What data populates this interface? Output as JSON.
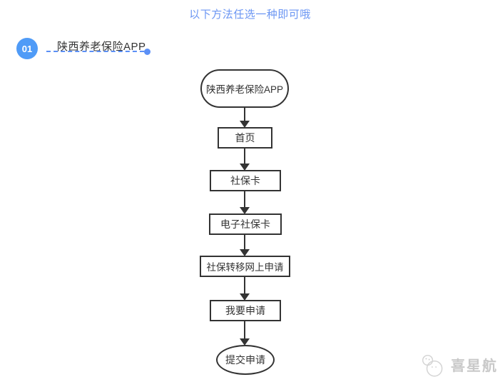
{
  "note": "以下方法任选一种即可哦",
  "section": {
    "number": "01",
    "title": "陕西养老保险APP"
  },
  "flowchart": {
    "nodes": [
      {
        "id": "start",
        "shape": "stadium",
        "label": "陕西养老保险APP"
      },
      {
        "id": "step1",
        "shape": "rect",
        "label": "首页"
      },
      {
        "id": "step2",
        "shape": "rect",
        "label": "社保卡"
      },
      {
        "id": "step3",
        "shape": "rect",
        "label": "电子社保卡"
      },
      {
        "id": "step4",
        "shape": "rect",
        "label": "社保转移网上申请"
      },
      {
        "id": "step5",
        "shape": "rect",
        "label": "我要申请"
      },
      {
        "id": "end",
        "shape": "ellipse",
        "label": "提交申请"
      }
    ]
  },
  "watermark": {
    "text": "喜星航"
  },
  "colors": {
    "accent_blue": "#5C90F6",
    "badge_blue": "#4F9BF7",
    "line_dark": "#333333",
    "watermark_gray": "#C9C9C9"
  }
}
